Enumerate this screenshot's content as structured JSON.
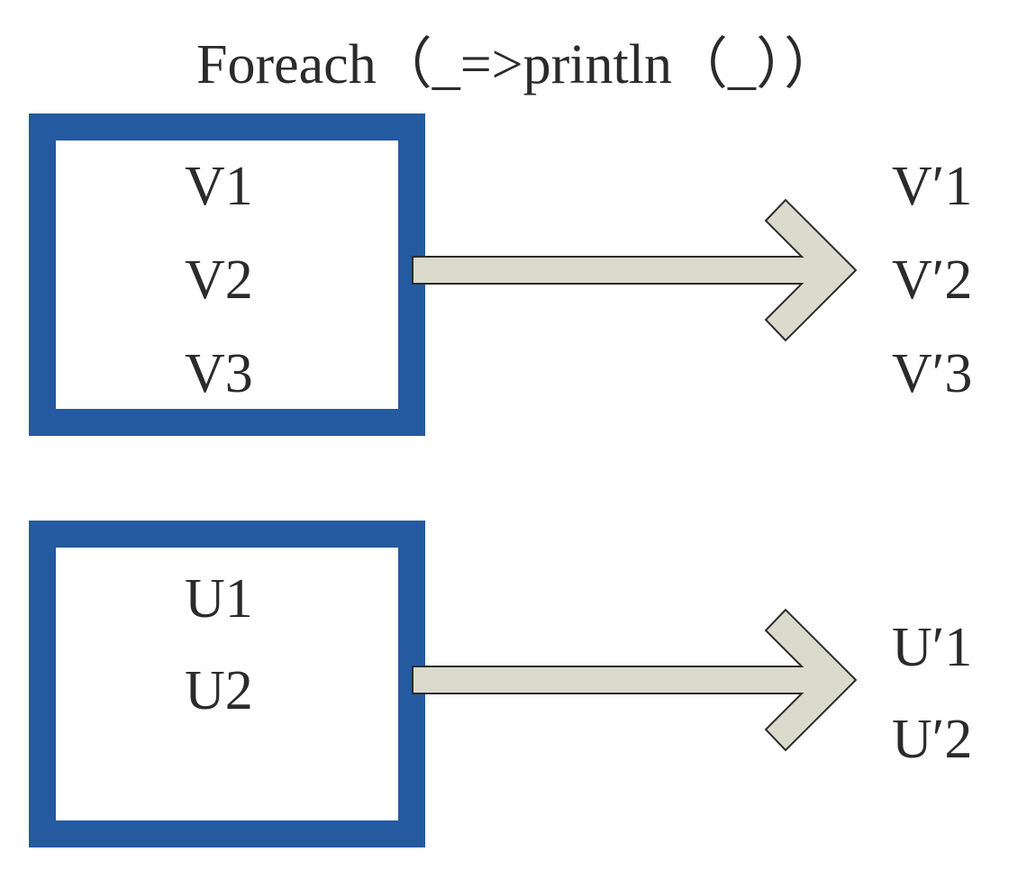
{
  "title": "Foreach（_=>println（_））",
  "groups": [
    {
      "inputs": [
        "V1",
        "V2",
        "V3"
      ],
      "outputs": [
        "V′1",
        "V′2",
        "V′3"
      ]
    },
    {
      "inputs": [
        "U1",
        "U2"
      ],
      "outputs": [
        "U′1",
        "U′2"
      ]
    }
  ],
  "colors": {
    "box_border": "#245aa0",
    "arrow_fill": "#dadbcc",
    "arrow_stroke": "#2b2b2b",
    "text": "#2b2b2b"
  }
}
